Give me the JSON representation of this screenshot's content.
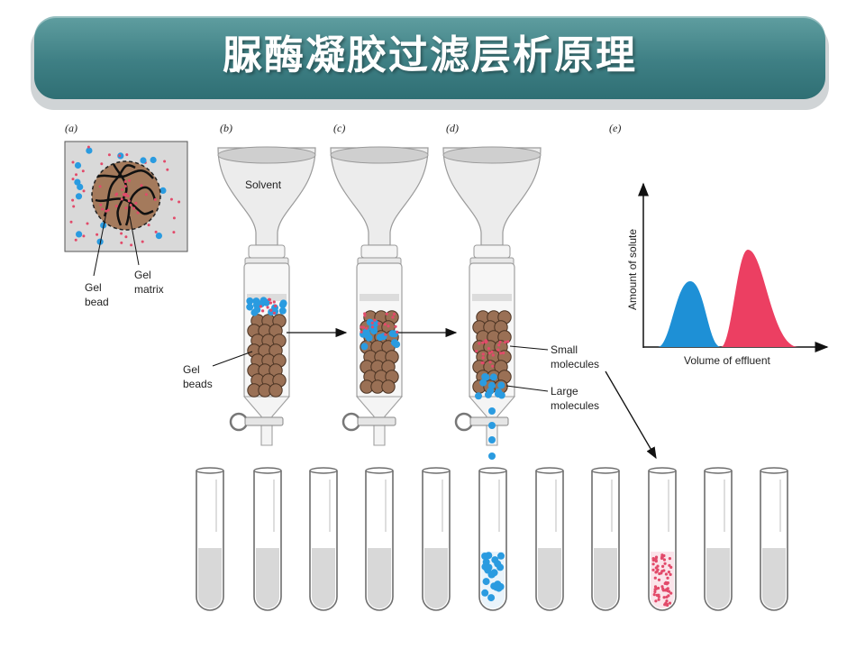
{
  "title": "脲酶凝胶过滤层析原理",
  "panels": {
    "a": "(a)",
    "b": "(b)",
    "c": "(c)",
    "d": "(d)",
    "e": "(e)"
  },
  "labels": {
    "gel_bead": [
      "Gel",
      "bead"
    ],
    "gel_matrix": [
      "Gel",
      "matrix"
    ],
    "solvent": "Solvent",
    "gel_beads": [
      "Gel",
      "beads"
    ],
    "small_molecules": [
      "Small",
      "molecules"
    ],
    "large_molecules": [
      "Large",
      "molecules"
    ]
  },
  "chart": {
    "ylabel": "Amount of solute",
    "xlabel": "Volume of effluent"
  },
  "colors": {
    "banner": "#3e7f84",
    "large_molecule": "#2a9be0",
    "small_molecule": "#e24a6a",
    "gel_bead": "#9a7055",
    "peak_blue": "#1e90d6",
    "peak_red": "#ec3f62",
    "tube_liquid": "#d8d8d8"
  }
}
